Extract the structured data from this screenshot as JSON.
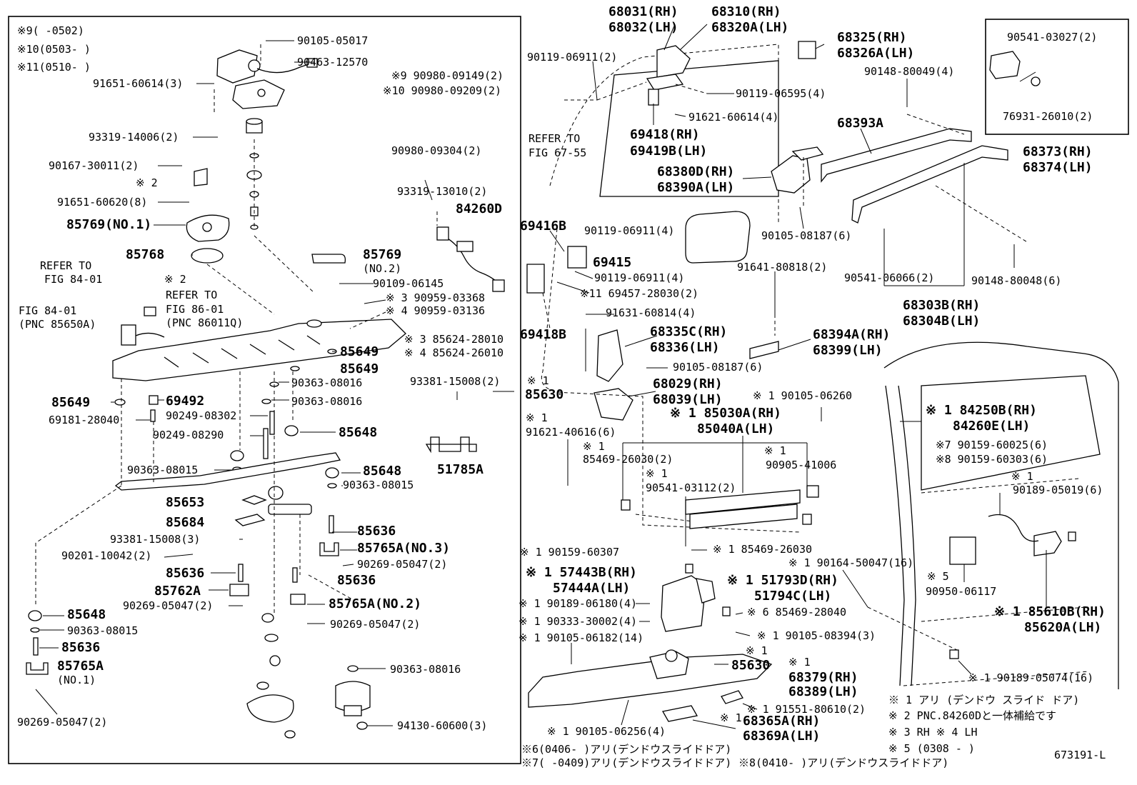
{
  "notes_top_left": [
    "※9(   -0502)",
    "※10(0503-    )",
    "※11(0510-   )"
  ],
  "callouts": [
    "90105-05017",
    "90463-12570",
    "91651-60614(3)",
    "※9 90980-09149(2)",
    "※10 90980-09209(2)",
    "93319-14006(2)",
    "90980-09304(2)",
    "90167-30011(2)",
    "※ 2",
    "91651-60620(8)",
    "85769(NO.1)",
    "93319-13010(2)",
    "84260D",
    "85768",
    "85769",
    "(NO.2)",
    "REFER TO",
    "FIG 84-01",
    "※ 2",
    "REFER TO",
    "FIG 84-01",
    "FIG 86-01",
    "(PNC 85650A)",
    "(PNC 86011Q)",
    "90109-06145",
    "※ 3 90959-03368",
    "※ 4 90959-03136",
    "※ 3 85624-28010",
    "※ 4 85624-26010",
    "85649",
    "85649",
    "90363-08016",
    "93381-15008(2)",
    "85649",
    "69492",
    "90363-08016",
    "※ 1",
    "85630",
    "69181-28040",
    "90249-08302",
    "90249-08290",
    "85648",
    "51785A",
    "90363-08015",
    "85648",
    "90363-08015",
    "85653",
    "85684",
    "85636",
    "93381-15008(3)",
    "85765A(NO.3)",
    "90201-10042(2)",
    "90269-05047(2)",
    "85636",
    "85636",
    "85762A",
    "85765A(NO.2)",
    "90269-05047(2)",
    "85648",
    "90269-05047(2)",
    "90363-08015",
    "85636",
    "85765A",
    "(NO.1)",
    "90363-08016",
    "90269-05047(2)",
    "94130-60600(3)",
    "68031(RH)",
    "68032(LH)",
    "68310(RH)",
    "68320A(LH)",
    "68325(RH)",
    "68326A(LH)",
    "90541-03027(2)",
    "90119-06911(2)",
    "90148-80049(4)",
    "90119-06595(4)",
    "REFER TO",
    "FIG 67-55",
    "91621-60614(4)",
    "68393A",
    "69418(RH)",
    "69419B(LH)",
    "76931-26010(2)",
    "68373(RH)",
    "68374(LH)",
    "68380D(RH)",
    "68390A(LH)",
    "69416B",
    "90119-06911(4)",
    "90105-08187(6)",
    "69415",
    "90119-06911(4)",
    "91641-80818(2)",
    "※11 69457-28030(2)",
    "90541-06066(2)",
    "90148-80048(6)",
    "68303B(RH)",
    "68304B(LH)",
    "91631-60814(4)",
    "69418B",
    "68335C(RH)",
    "68336(LH)",
    "68394A(RH)",
    "68399(LH)",
    "90105-08187(6)",
    "68029(RH)",
    "68039(LH)",
    "※ 1 90105-06260",
    "※ 1",
    "※ 1 85030A(RH)",
    "85040A(LH)",
    "※ 1 84250B(RH)",
    "84260E(LH)",
    "91621-40616(6)",
    "※ 1",
    "※ 1",
    "※7 90159-60025(6)",
    "85469-26030(2)",
    "90905-41006",
    "※8 90159-60303(6)",
    "※ 1",
    "※ 1",
    "90541-03112(2)",
    "90189-05019(6)",
    "※ 1 90159-60307",
    "※ 1 85469-26030",
    "※ 1 90164-50047(16)",
    "※ 1 57443B(RH)",
    "57444A(LH)",
    "※ 1 51793D(RH)",
    "51794C(LH)",
    "※ 5",
    "90950-06117",
    "※ 1 90189-06180(4)",
    "※ 6 85469-28040",
    "※ 1 85610B(RH)",
    "85620A(LH)",
    "※ 1 90333-30002(4)",
    "※ 1 90105-08394(3)",
    "※ 1 90105-06182(14)",
    "※ 1",
    "85630",
    "※ 1",
    "68379(RH)",
    "68389(LH)",
    "※ 1 90189-05074(16)",
    "※ 1 91551-80610(2)",
    "※ 1",
    "68365A(RH)",
    "68369A(LH)",
    "※ 1   90105-06256(4)"
  ],
  "notes_bottom_left": [
    "※6(0406-    )アリ(デンドウスライドドア)",
    "※7(    -0409)アリ(デンドウスライドドア)",
    "※8(0410-    )アリ(デンドウスライドドア)"
  ],
  "legend_notes": [
    "※ 1  アリ (デンドウ スライド ドア)",
    "※ 2  PNC.84260Dと一体補給です",
    "※ 3  RH     ※ 4  LH",
    "※ 5  (0308 -        )"
  ],
  "diagram_id": "673191-L"
}
